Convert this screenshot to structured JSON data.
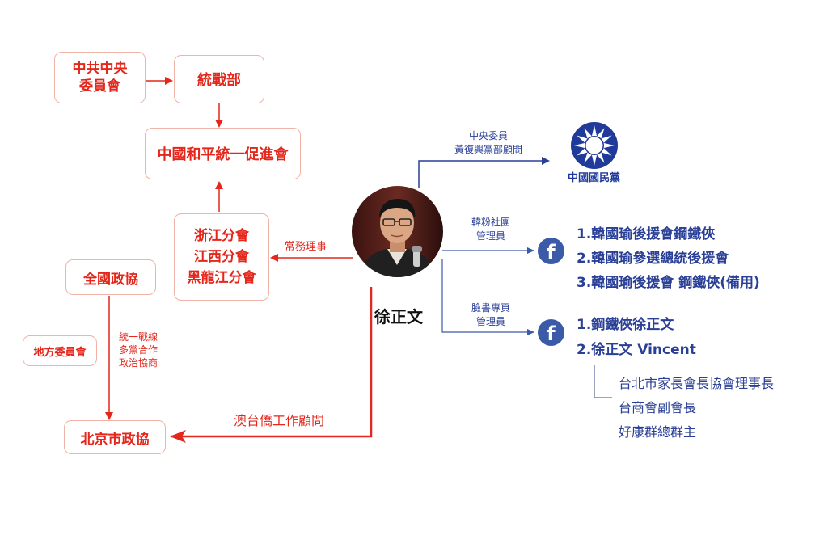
{
  "nodes": {
    "ccp_central": "中共中央\n委員會",
    "united_front": "統戰部",
    "peace_unification": "中國和平統一促進會",
    "branches": [
      "浙江分會",
      "江西分會",
      "黑龍江分會"
    ],
    "cppcc_national": "全國政協",
    "local_committee": "地方委員會",
    "beijing_cppcc": "北京市政協",
    "person": "徐正文",
    "kmt": "中國國民黨"
  },
  "edges": {
    "standing_director": "常務理事",
    "macau_tw_advisor": "澳台僑工作顧問",
    "cppcc_note": [
      "統一戰線",
      "多黨合作",
      "政治協商"
    ],
    "kmt_role": [
      "中央委員",
      "黃復興黨部顧問"
    ],
    "han_fans_admin": [
      "韓粉社團",
      "管理員"
    ],
    "fb_page_admin": [
      "臉書專頁",
      "管理員"
    ]
  },
  "fb_groups": [
    "1.韓國瑜後援會鋼鐵俠",
    "2.韓國瑜參選總統後援會",
    "3.韓國瑜後援會 鋼鐵俠(備用)"
  ],
  "fb_pages": [
    "1.鋼鐵俠徐正文",
    "2.徐正文 Vincent"
  ],
  "other_roles": [
    "台北市家長會長協會理事長",
    "台商會副會長",
    "好康群總群主"
  ],
  "icons": {
    "facebook": "f",
    "kmt_emblem": "sun-emblem-icon",
    "person_photo": "portrait-photo"
  },
  "colors": {
    "red": "#e4261b",
    "box_border": "#f0b3a6",
    "blue": "#2a3f96",
    "facebook": "#3b5aa8",
    "gray_line": "#7a86a8"
  }
}
